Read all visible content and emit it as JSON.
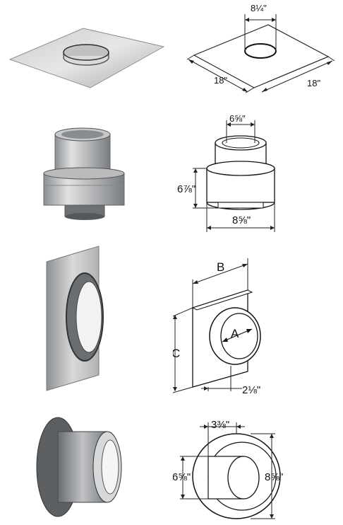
{
  "rows": [
    {
      "photo_icon": "flat-ceiling-plate-photo",
      "dims": {
        "top": "8¼\"",
        "left": "18\"",
        "right": "18\""
      }
    },
    {
      "photo_icon": "round-adapter-photo",
      "dims": {
        "top": "6⅝\"",
        "side": "6⅞\"",
        "bottom": "8⅝\""
      }
    },
    {
      "photo_icon": "square-wall-plate-photo",
      "dims": {
        "b": "B",
        "a": "A",
        "c": "C",
        "bottom": "2⅛\""
      }
    },
    {
      "photo_icon": "round-thimble-photo",
      "dims": {
        "top": "3⅜\"",
        "left": "6⅝\"",
        "right": "8⅝\""
      }
    }
  ]
}
